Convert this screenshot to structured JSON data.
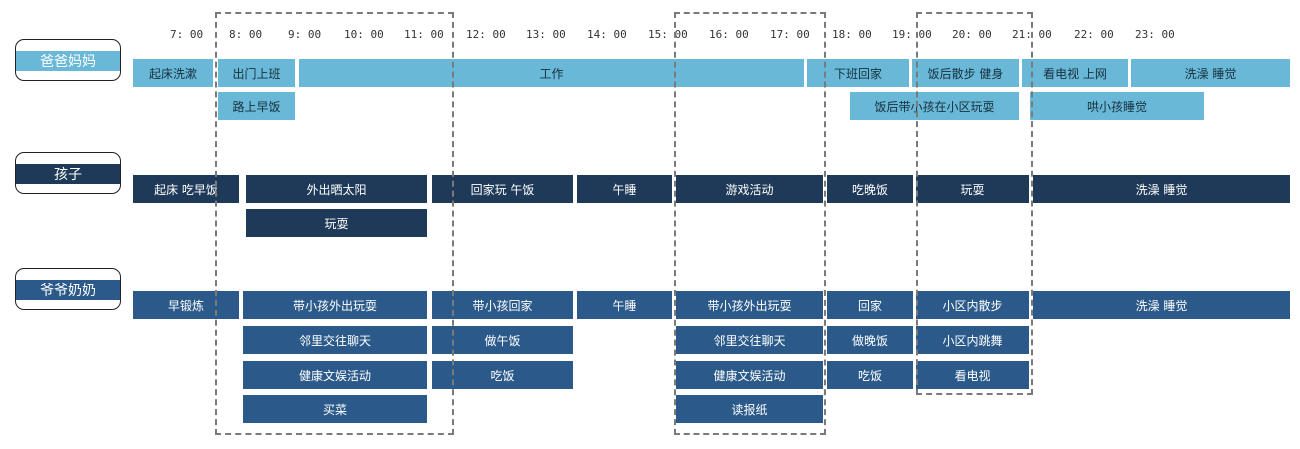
{
  "time_labels": [
    "7: 00",
    "8: 00",
    "9: 00",
    "10: 00",
    "11: 00",
    "12: 00",
    "13: 00",
    "14: 00",
    "15: 00",
    "16: 00",
    "17: 00",
    "18: 00",
    "19: 00",
    "20: 00",
    "21: 00",
    "22: 00",
    "23: 00"
  ],
  "roles": [
    "爸爸妈妈",
    "孩子",
    "爷爷奶奶"
  ],
  "colors": {
    "parents": "#6ab8d8",
    "child": "#1f3a58",
    "grandparents": "#2b5a8a",
    "highlight": "#7a7a7a"
  },
  "schedule": {
    "parents": [
      [
        "起床洗漱",
        "出门上班",
        "工作",
        "下班回家",
        "饭后散步 健身",
        "看电视 上网",
        "洗澡 睡觉"
      ],
      [
        "路上早饭",
        "饭后带小孩在小区玩耍",
        "哄小孩睡觉"
      ]
    ],
    "child": [
      [
        "起床 吃早饭",
        "外出晒太阳",
        "回家玩 午饭",
        "午睡",
        "游戏活动",
        "吃晚饭",
        "玩耍",
        "洗澡 睡觉"
      ],
      [
        "玩耍"
      ]
    ],
    "grandparents": [
      [
        "早锻炼",
        "带小孩外出玩耍",
        "带小孩回家",
        "午睡",
        "带小孩外出玩耍",
        "回家",
        "小区内散步",
        "洗澡 睡觉"
      ],
      [
        "邻里交往聊天",
        "做午饭",
        "邻里交往聊天",
        "做晚饭",
        "小区内跳舞"
      ],
      [
        "健康文娱活动",
        "吃饭",
        "健康文娱活动",
        "吃饭",
        "看电视"
      ],
      [
        "买菜",
        "读报纸"
      ]
    ]
  }
}
